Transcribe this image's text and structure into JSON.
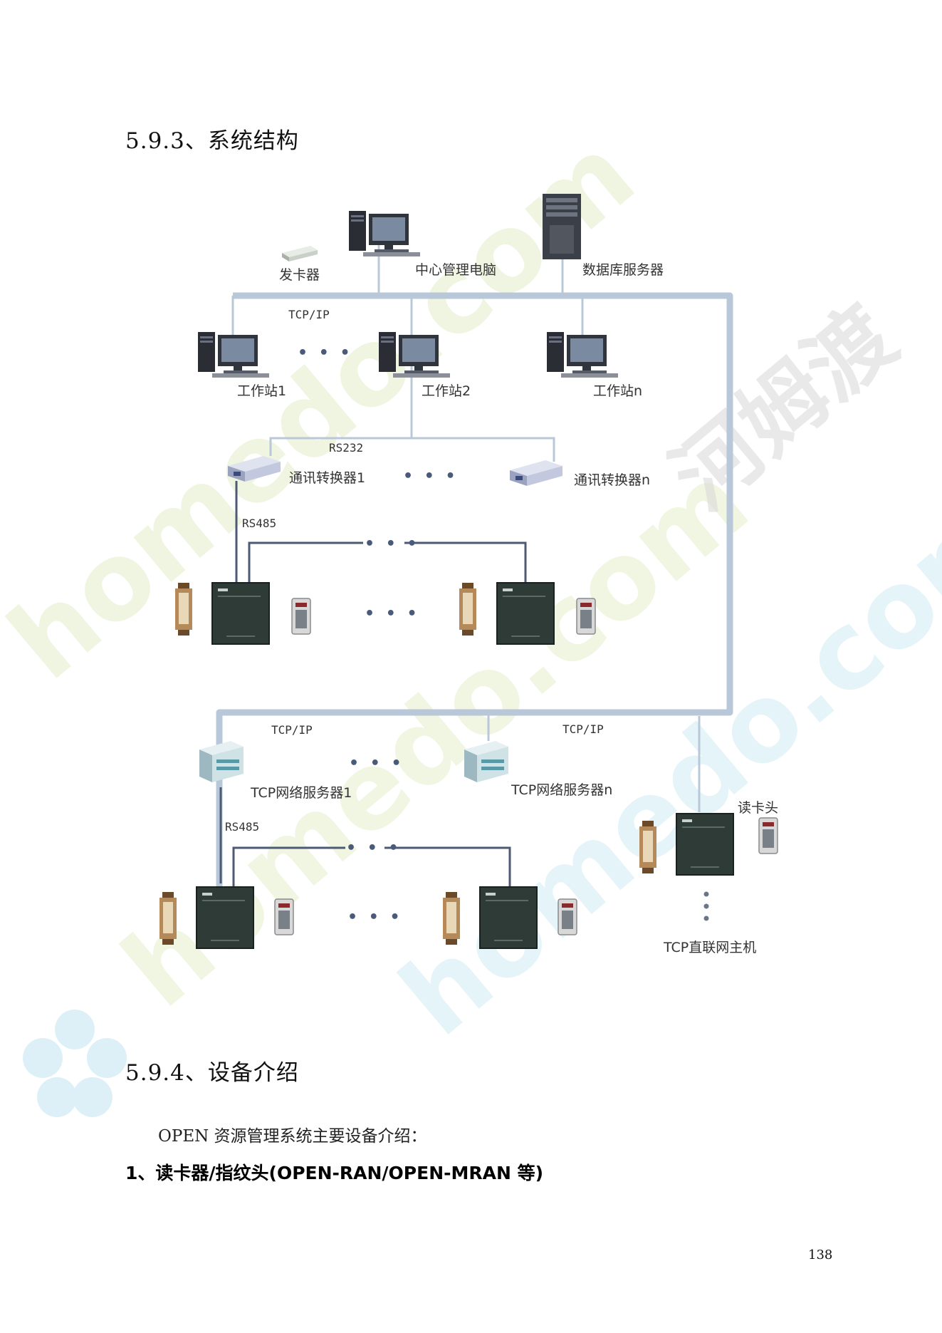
{
  "headings": {
    "system_structure": "5.9.3、系统结构",
    "device_intro": "5.9.4、设备介绍"
  },
  "intro_text": "OPEN 资源管理系统主要设备介绍：",
  "item_1": "1、读卡器/指纹头(OPEN-RAN/OPEN-MRAN 等)",
  "page_number": "138",
  "diagram": {
    "card_issuer": "发卡器",
    "center_pc": "中心管理电脑",
    "db_server": "数据库服务器",
    "tcpip_top": "TCP/IP",
    "workstation_1": "工作站1",
    "workstation_2": "工作站2",
    "workstation_n": "工作站n",
    "rs232": "RS232",
    "converter_1": "通讯转换器1",
    "converter_n": "通讯转换器n",
    "rs485_upper": "RS485",
    "tcpip_left": "TCP/IP",
    "tcpip_right": "TCP/IP",
    "net_server_1": "TCP网络服务器1",
    "net_server_n": "TCP网络服务器n",
    "rs485_lower": "RS485",
    "card_reader_head": "读卡头",
    "direct_host": "TCP直联网主机",
    "ellipsis": "• • •"
  },
  "watermark": {
    "text_latin": "homedo.com",
    "text_cjk": "河姆渡",
    "color_latin": "#e6f0cc",
    "color_cyan": "#d4eef6",
    "color_cjk": "#d8d8d8"
  }
}
